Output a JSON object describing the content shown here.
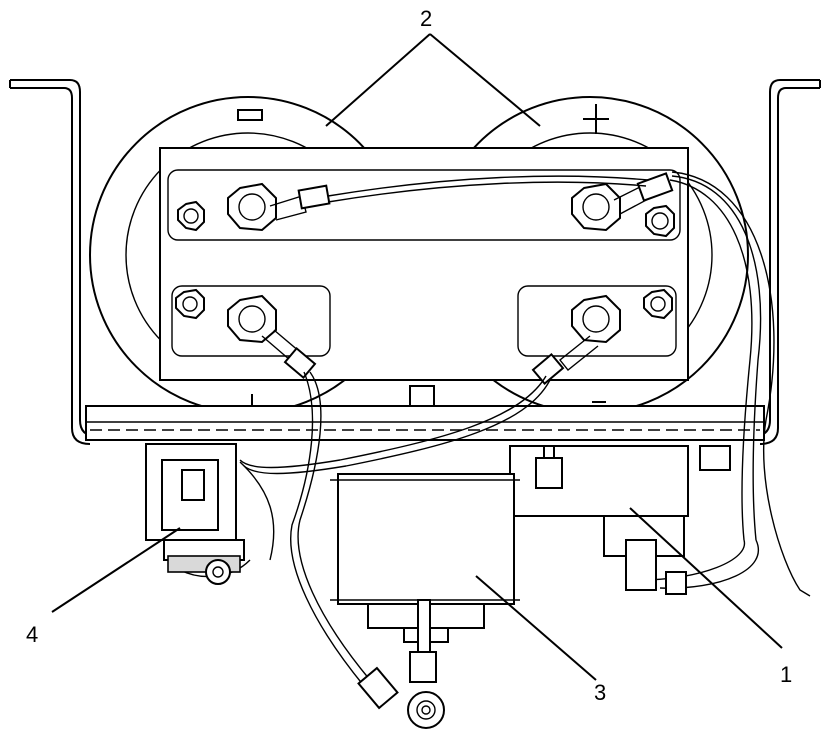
{
  "callouts": {
    "c1": "1",
    "c2": "2",
    "c3": "3",
    "c4": "4"
  },
  "terminals": {
    "negative": "−",
    "positive": "+"
  }
}
